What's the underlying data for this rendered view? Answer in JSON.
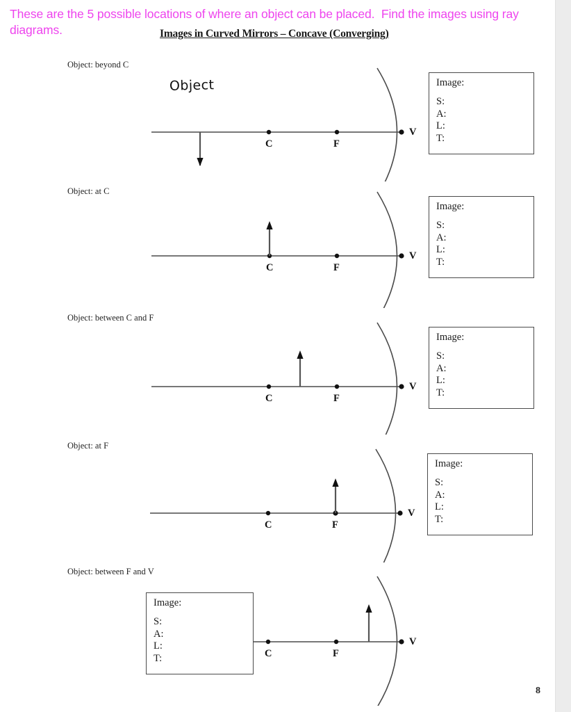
{
  "header": {
    "note": "These are the 5 possible locations of where an object can be placed.  Find the images using ray diagrams.",
    "title": "Images in Curved Mirrors – Concave (Converging)"
  },
  "labels": {
    "object_handwritten": "Object",
    "center_point": "C",
    "focal_point": "F",
    "vertex_point": "V"
  },
  "image_box": {
    "title": "Image:",
    "rows": [
      "S:",
      "A:",
      "L:",
      "T:"
    ]
  },
  "sections": [
    {
      "label": "Object: beyond C",
      "box_side": "right",
      "object_position": "beyond C"
    },
    {
      "label": "Object: at C",
      "box_side": "right",
      "object_position": "at C"
    },
    {
      "label": "Object: between C and F",
      "box_side": "right",
      "object_position": "between C and F"
    },
    {
      "label": "Object: at F",
      "box_side": "right",
      "object_position": "at F"
    },
    {
      "label": "Object: between F and V",
      "box_side": "left",
      "object_position": "between F and V"
    }
  ],
  "footer": {
    "page_number": "8"
  },
  "colors": {
    "header_pink": "#ee44ee",
    "ink": "#1c1c1c",
    "line": "#4a4a4a",
    "edge_strip": "#ececec"
  }
}
